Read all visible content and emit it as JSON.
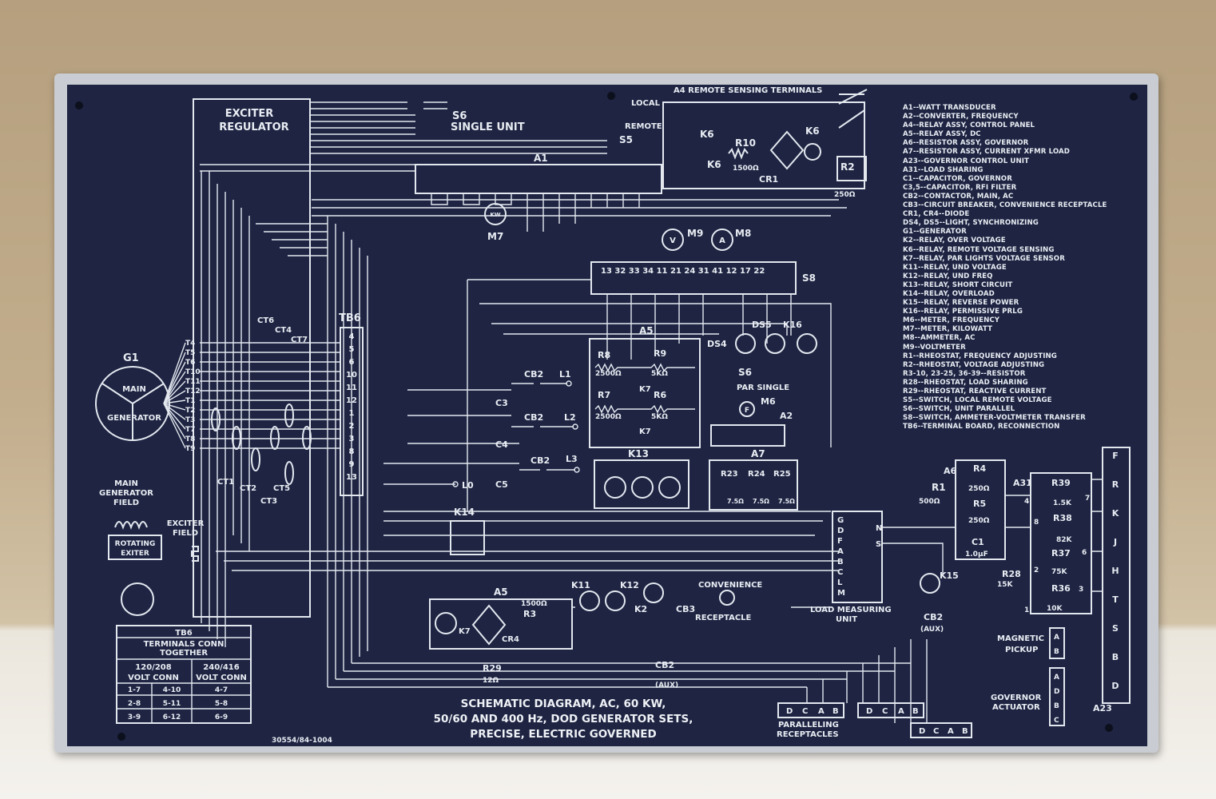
{
  "title_lines": [
    "SCHEMATIC DIAGRAM, AC, 60 KW,",
    "50/60 AND 400 Hz, DOD GENERATOR SETS,",
    "PRECISE, ELECTRIC GOVERNED"
  ],
  "part_number": "30554/84-1004",
  "legend": [
    "A1--WATT TRANSDUCER",
    "A2--CONVERTER, FREQUENCY",
    "A4--RELAY ASSY, CONTROL PANEL",
    "A5--RELAY ASSY, DC",
    "A6--RESISTOR ASSY, GOVERNOR",
    "A7--RESISTOR ASSY, CURRENT XFMR LOAD",
    "A23--GOVERNOR CONTROL UNIT",
    "A31--LOAD SHARING",
    "C1--CAPACITOR, GOVERNOR",
    "C3,5--CAPACITOR, RFI FILTER",
    "CB2--CONTACTOR, MAIN, AC",
    "CB3--CIRCUIT BREAKER, CONVENIENCE RECEPTACLE",
    "CR1, CR4--DIODE",
    "DS4, DS5--LIGHT, SYNCHRONIZING",
    "G1--GENERATOR",
    "K2--RELAY, OVER VOLTAGE",
    "K6--RELAY, REMOTE VOLTAGE SENSING",
    "K7--RELAY, PAR LIGHTS VOLTAGE SENSOR",
    "K11--RELAY, UND VOLTAGE",
    "K12--RELAY, UND FREQ",
    "K13--RELAY, SHORT CIRCUIT",
    "K14--RELAY, OVERLOAD",
    "K15--RELAY, REVERSE POWER",
    "K16--RELAY, PERMISSIVE PRLG",
    "M6--METER, FREQUENCY",
    "M7--METER, KILOWATT",
    "M8--AMMETER, AC",
    "M9--VOLTMETER",
    "R1--RHEOSTAT, FREQUENCY ADJUSTING",
    "R2--RHEOSTAT, VOLTAGE ADJUSTING",
    "R3-10, 23-25, 36-39--RESISTOR",
    "R28--RHEOSTAT, LOAD SHARING",
    "R29--RHEOSTAT, REACTIVE CURRENT",
    "S5--SWITCH, LOCAL REMOTE VOLTAGE",
    "S6--SWITCH, UNIT PARALLEL",
    "S8--SWITCH, AMMETER-VOLTMETER TRANSFER",
    "TB6--TERMINAL BOARD, RECONNECTION"
  ],
  "labels": {
    "exciter_regulator": [
      "EXCITER",
      "REGULATOR"
    ],
    "s6_top": [
      "S6",
      "SINGLE UNIT"
    ],
    "a4": "A4 REMOTE SENSING TERMINALS",
    "local": "LOCAL",
    "remote": "REMOTE",
    "s5": "S5",
    "k6a": "K6",
    "k6b": "K6",
    "k6c": "K6",
    "r10": "R10",
    "r10v": "1500Ω",
    "cr1": "CR1",
    "r2": "R2",
    "r2v": "250Ω",
    "a1": "A1",
    "m7": "M7",
    "m7_sym": "KW",
    "m9": "M9",
    "m8": "M8",
    "m9_sym": "V",
    "m8_sym": "A",
    "s8": "S8",
    "s8_terms": "13  32 33 34 11  21  24  31 41 12  17 22",
    "tb6": "TB6",
    "tb6_terms": [
      "4",
      "5",
      "6",
      "10",
      "11",
      "12",
      "1",
      "2",
      "3",
      "8",
      "9",
      "13"
    ],
    "g1": "G1",
    "main": "MAIN",
    "generator": "GENERATOR",
    "t_terms": [
      "T4",
      "T5",
      "T6",
      "T10",
      "T11",
      "T12",
      "T1",
      "T2",
      "T3",
      "T7",
      "T8",
      "T9"
    ],
    "ct": {
      "ct1": "CT1",
      "ct2": "CT2",
      "ct3": "CT3",
      "ct4": "CT4",
      "ct5": "CT5",
      "ct6": "CT6",
      "ct7": "CT7"
    },
    "main_gen_field": [
      "MAIN",
      "GENERATOR",
      "FIELD"
    ],
    "exciter_field": [
      "EXCITER",
      "FIELD"
    ],
    "rotating_exciter": [
      "ROTATING",
      "EXITER"
    ],
    "a5_top": "A5",
    "r8": "R8",
    "r8v": "2500Ω",
    "r9": "R9",
    "r9v": "5KΩ",
    "r7": "R7",
    "r7v": "2500Ω",
    "r6": "R6",
    "r6v": "5KΩ",
    "k7a": "K7",
    "k7b": "K7",
    "ds4": "DS4",
    "ds5": "DS5",
    "k16": "K16",
    "s6": "S6",
    "par_single": "PAR SINGLE",
    "m6": "M6",
    "m6_sym": "F",
    "a2": "A2",
    "cb2a": "CB2",
    "cb2b": "CB2",
    "cb2c": "CB2",
    "l1": "L1",
    "l2": "L2",
    "l3": "L3",
    "l0": "L0",
    "c3": "C3",
    "c4": "C4",
    "c5": "C5",
    "k13": "K13",
    "a7": "A7",
    "r23": "R23",
    "r24": "R24",
    "r25": "R25",
    "r7_5": "7.5Ω",
    "k14": "K14",
    "a5_bot": "A5",
    "r3": "R3",
    "r3v": "1500Ω",
    "k7c": "K7",
    "cr4": "CR4",
    "k11": "K11",
    "k12": "K12",
    "k2": "K2",
    "cb3": "CB3",
    "convenience": "CONVENIENCE",
    "receptacle": "RECEPTACLE",
    "load_measuring": [
      "LOAD MEASURING",
      "UNIT"
    ],
    "gdfabclm": [
      "G",
      "D",
      "F",
      "A",
      "B",
      "C",
      "L",
      "M"
    ],
    "n": "N",
    "s": "S",
    "a6": "A6",
    "r1": "R1",
    "r1v": "500Ω",
    "r4": "R4",
    "r4v": "250Ω",
    "r5": "R5",
    "r5v": "250Ω",
    "c1": "C1",
    "c1v": "1.0μF",
    "a31": "A31",
    "r39": "R39",
    "r39v": "1.5K",
    "r38": "R38",
    "r38v": "82K",
    "r37": "R37",
    "r37v": "75K",
    "r36": "R36",
    "r36v": "10K",
    "k15": "K15",
    "r28": "R28",
    "r28v": "15K",
    "cb2_aux1": "CB2",
    "aux1": "(AUX)",
    "cb2_aux2": "CB2",
    "aux2": "(AUX)",
    "r29": "R29",
    "r29v": "12Ω",
    "frkjhtsbd": [
      "F",
      "R",
      "K",
      "J",
      "H",
      "T",
      "S",
      "B",
      "D"
    ],
    "a23": "A23",
    "magnetic_pickup": [
      "MAGNETIC",
      "PICKUP"
    ],
    "governor_actuator": [
      "GOVERNOR",
      "ACTUATOR"
    ],
    "ab1": [
      "A",
      "B"
    ],
    "adbc": [
      "A",
      "D",
      "B",
      "C"
    ],
    "paralleling": [
      "PARALLELING",
      "RECEPTACLES"
    ],
    "dcab": [
      "D",
      "C",
      "A",
      "B"
    ],
    "a31_pins": [
      "4",
      "7",
      "8",
      "6",
      "2",
      "3",
      "1"
    ]
  },
  "tb6_table": {
    "title": "TB6",
    "subtitle": [
      "TERMINALS CONN",
      "TOGETHER"
    ],
    "col1": [
      "120/208",
      "VOLT CONN"
    ],
    "col2": [
      "240/416",
      "VOLT CONN"
    ],
    "rows": [
      [
        "1-7",
        "4-10",
        "4-7"
      ],
      [
        "2-8",
        "5-11",
        "5-8"
      ],
      [
        "3-9",
        "6-12",
        "6-9"
      ]
    ]
  }
}
